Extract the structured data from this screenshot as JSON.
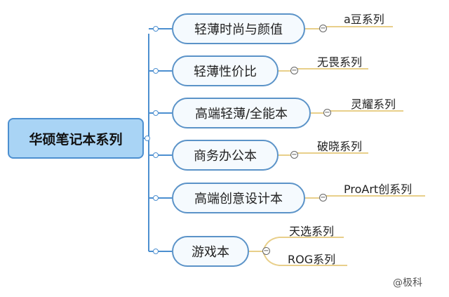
{
  "root": {
    "label": "华硕笔记本系列"
  },
  "branches": [
    {
      "label": "轻薄时尚与颜值",
      "series": [
        "a豆系列"
      ]
    },
    {
      "label": "轻薄性价比",
      "series": [
        "无畏系列"
      ]
    },
    {
      "label": "高端轻薄/全能本",
      "series": [
        "灵耀系列"
      ]
    },
    {
      "label": "商务办公本",
      "series": [
        "破晓系列"
      ]
    },
    {
      "label": "高端创意设计本",
      "series": [
        "ProArt创系列"
      ]
    },
    {
      "label": "游戏本",
      "series": [
        "天选系列",
        "ROG系列"
      ]
    }
  ],
  "watermark": "@极科",
  "colors": {
    "root_fill": "#a9d4f5",
    "node_border": "#5b93c8",
    "leaf_line": "#e8cf8a",
    "trunk": "#4c8fd0"
  }
}
